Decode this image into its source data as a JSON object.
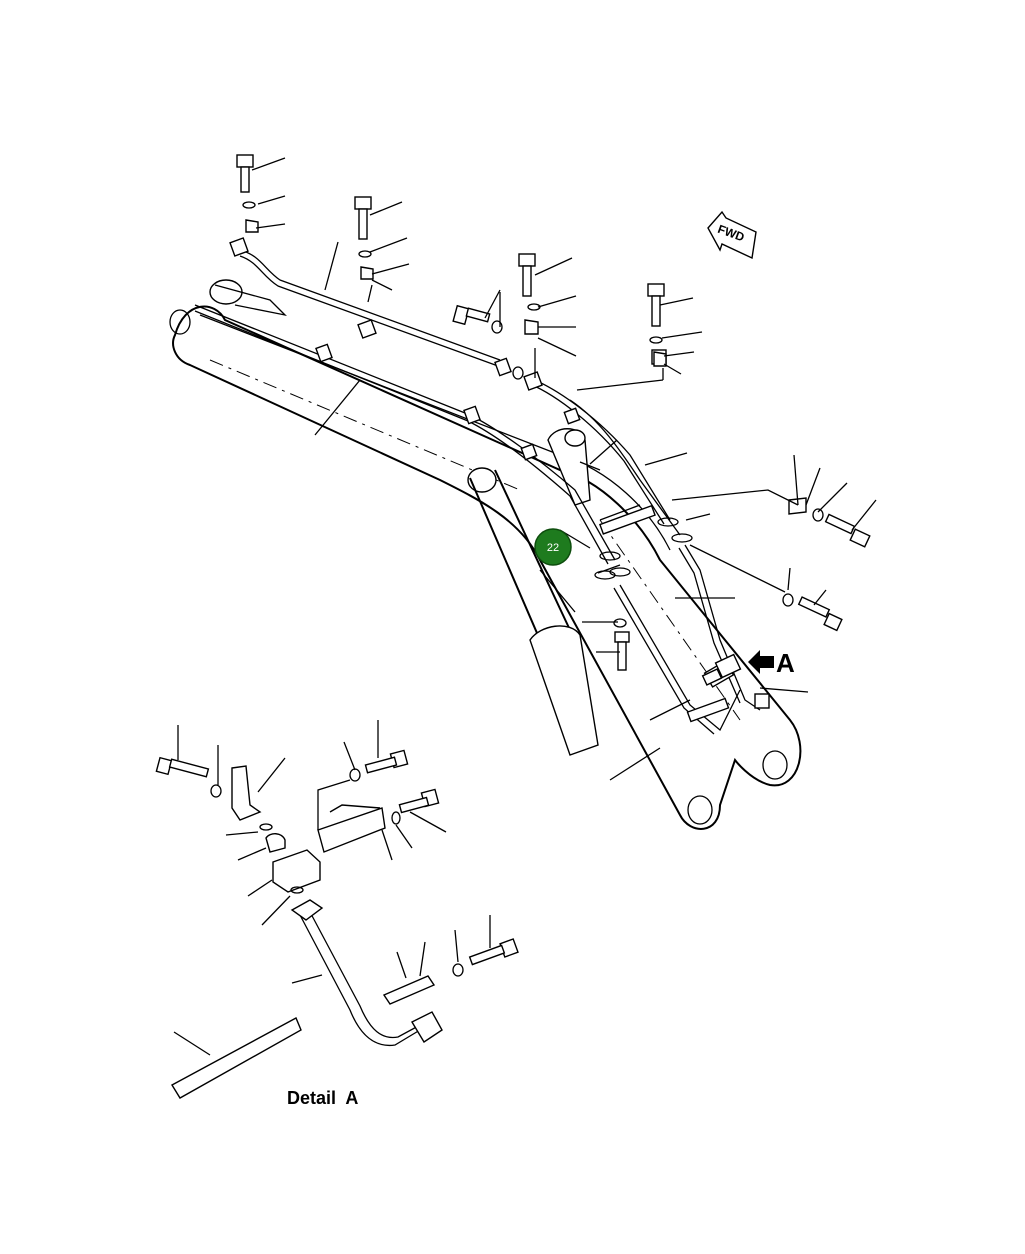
{
  "diagram": {
    "fwd_label": "FWD",
    "view_arrow_letter": "A",
    "detail_label": "Detail  A",
    "callout": {
      "label": "22",
      "color": "#1e7b1e"
    }
  }
}
